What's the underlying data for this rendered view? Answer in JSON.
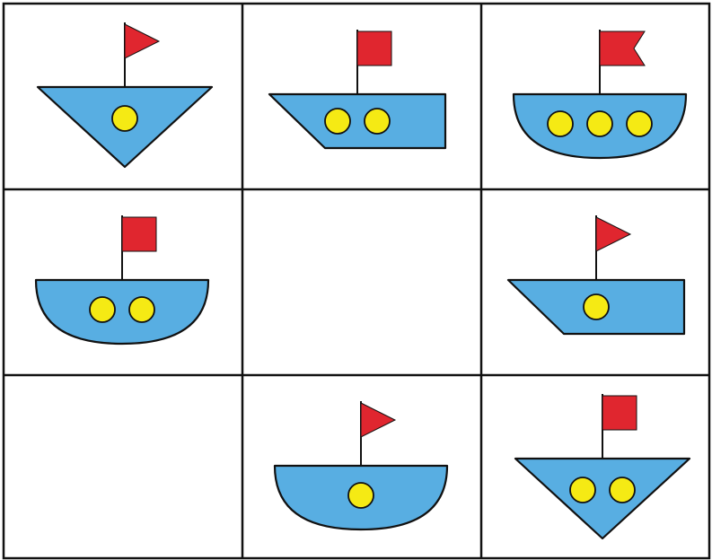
{
  "colors": {
    "hull": "#58aee2",
    "porthole": "#f5ea14",
    "flag": "#e0262f",
    "line": "#111111",
    "background": "#ffffff"
  },
  "grid": {
    "rows": 3,
    "cols": 3,
    "cells": [
      {
        "row": 0,
        "col": 0,
        "empty": false,
        "hull": "triangle",
        "portholes": 1,
        "flag": "triangle"
      },
      {
        "row": 0,
        "col": 1,
        "empty": false,
        "hull": "trapezoid",
        "portholes": 2,
        "flag": "square"
      },
      {
        "row": 0,
        "col": 2,
        "empty": false,
        "hull": "half-circle",
        "portholes": 3,
        "flag": "swallowtail"
      },
      {
        "row": 1,
        "col": 0,
        "empty": false,
        "hull": "half-circle",
        "portholes": 2,
        "flag": "square"
      },
      {
        "row": 1,
        "col": 1,
        "empty": true
      },
      {
        "row": 1,
        "col": 2,
        "empty": false,
        "hull": "trapezoid",
        "portholes": 1,
        "flag": "triangle"
      },
      {
        "row": 2,
        "col": 0,
        "empty": true
      },
      {
        "row": 2,
        "col": 1,
        "empty": false,
        "hull": "half-circle",
        "portholes": 1,
        "flag": "triangle"
      },
      {
        "row": 2,
        "col": 2,
        "empty": false,
        "hull": "triangle",
        "portholes": 2,
        "flag": "square"
      }
    ]
  }
}
